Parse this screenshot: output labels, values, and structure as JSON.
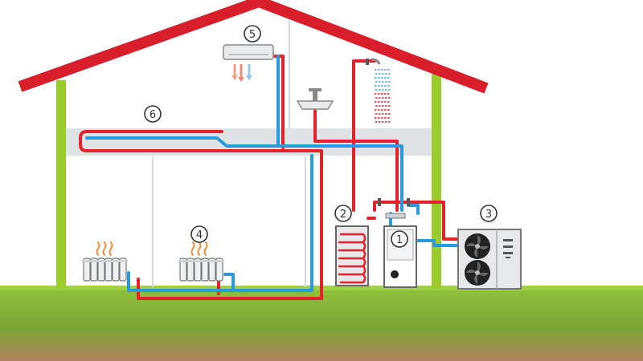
{
  "colors": {
    "roof": "#d81e2a",
    "wall": "#9ccc2c",
    "ground_top": "#8fc33a",
    "ground_mid": "#7aa534",
    "soil": "#b0835e",
    "pipe_hot": "#e3232b",
    "pipe_cold": "#2a9bd8",
    "slab": "#dfe2e4",
    "unit_gray": "#e6e8ea",
    "outline": "#555555"
  },
  "labels": {
    "n1": "1",
    "n2": "2",
    "n3": "3",
    "n4": "4",
    "n5": "5",
    "n6": "6"
  }
}
